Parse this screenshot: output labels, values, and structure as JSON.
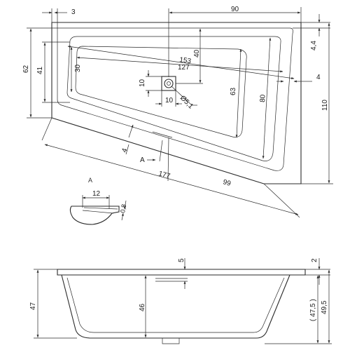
{
  "top_view": {
    "dims": {
      "d3": "3",
      "d90": "90",
      "d4_4": "4,4",
      "d62": "62",
      "d41": "41",
      "d30": "30",
      "d153": "153",
      "d40": "40",
      "d127": "127",
      "d4_right": "4",
      "d10_vert": "10",
      "d10_horiz": "10",
      "dia51": "Ø5,1",
      "d63": "63",
      "d80": "80",
      "d110": "110",
      "d4_bottom": "4",
      "d177": "177",
      "d99": "99"
    },
    "section_marker": "A"
  },
  "detail_a": {
    "label": "A",
    "d12": "12",
    "d08": "0,8"
  },
  "side_view": {
    "dims": {
      "d5": "5",
      "d2": "2",
      "d47": "47",
      "d46": "46",
      "d47_5": "( 47,5 )",
      "d49_5": "49,5"
    }
  }
}
